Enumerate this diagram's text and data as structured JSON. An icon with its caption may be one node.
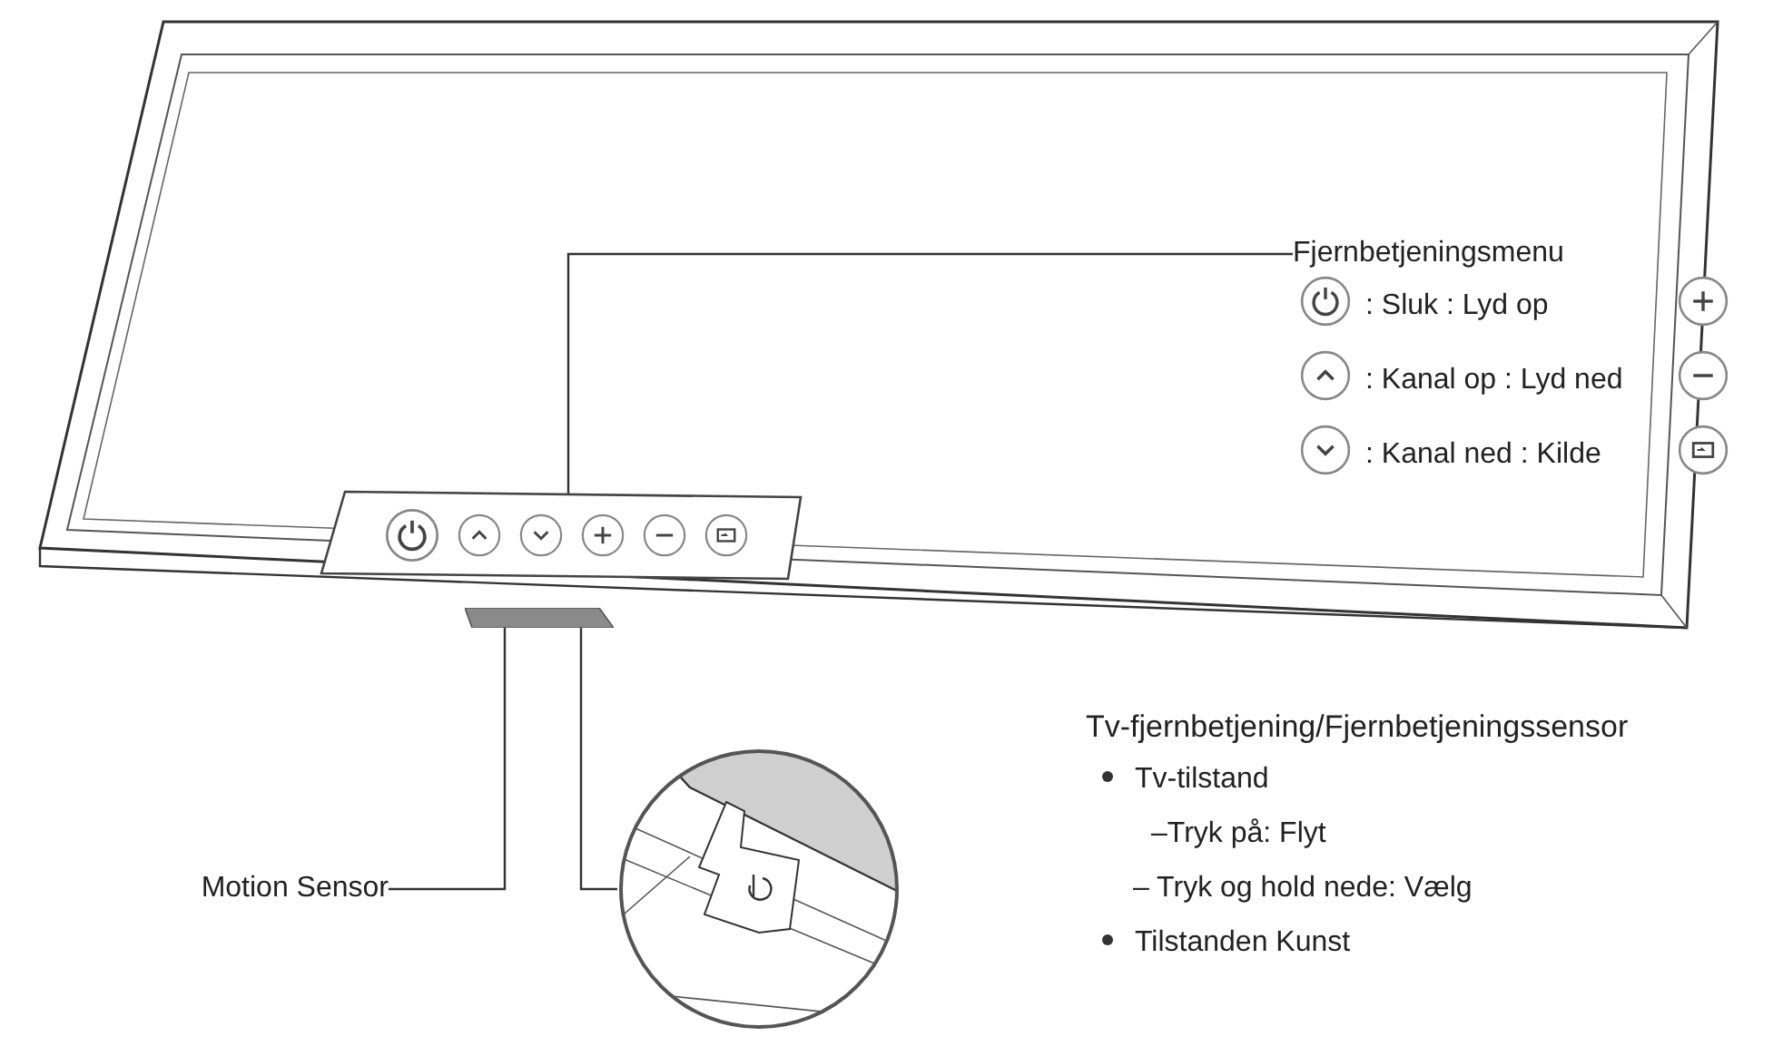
{
  "diagram": {
    "nodes": [
      {
        "text": [
          "Fjernbetjeningsmenu"
        ]
      },
      {
        "text": [],
        "shape": "box"
      },
      {
        "text": [
          "Motion Sensor"
        ]
      },
      {
        "text": [],
        "shape": "bar"
      },
      {
        "text": [],
        "shape": "picture"
      }
    ],
    "edges": [
      {
        "from": 0,
        "to": 1,
        "arrow": "none"
      },
      {
        "from": 2,
        "to": 3,
        "arrow": "none"
      },
      {
        "from": 3,
        "to": 4,
        "arrow": "none"
      }
    ],
    "labels": [
      ": Sluk : Lyd op",
      ": Kanal op : Lyd ned",
      ": Kanal ned : Kilde",
      "Tv-fjernbetjening/Fjernbetjeningssensor",
      "Tv-tilstand",
      "–Tryk på: Flyt",
      "– Tryk og hold nede: Vælg",
      "Tilstanden Kunst"
    ]
  }
}
